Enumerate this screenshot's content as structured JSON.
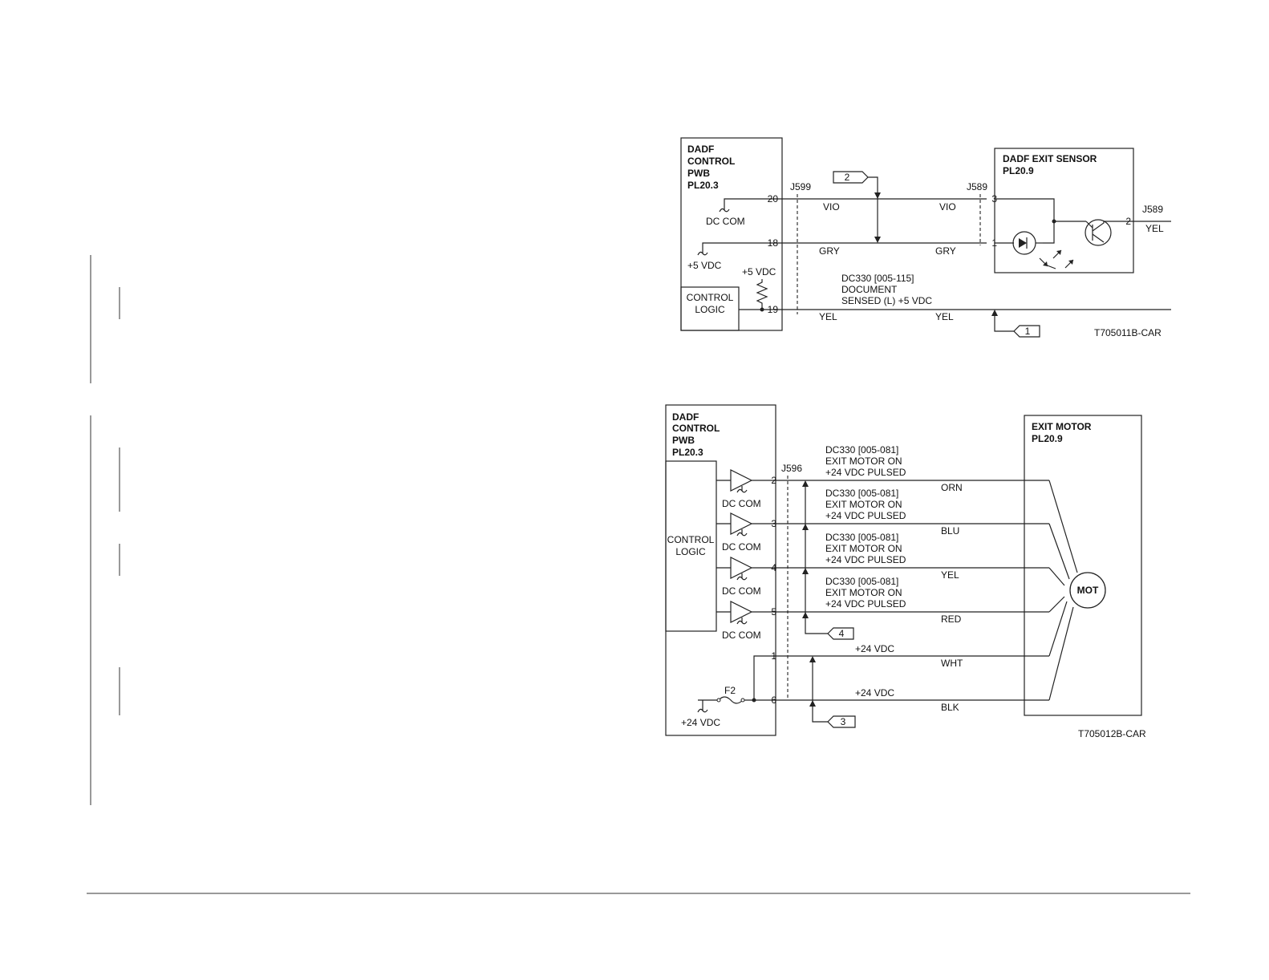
{
  "diagram1": {
    "pwb_title": [
      "DADF",
      "CONTROL",
      "PWB",
      "PL20.3"
    ],
    "sensor_title": [
      "DADF EXIT SENSOR",
      "PL20.9"
    ],
    "conn_left": "J599",
    "conn_right": "J589",
    "conn_out": "J589",
    "pin_20": "20",
    "pin_18": "18",
    "pin_19": "19",
    "pin_3": "3",
    "pin_1": "1",
    "pin_2": "2",
    "gnd_dc_com": "DC COM",
    "gnd_5vdc": "+5 VDC",
    "pullup_5vdc": "+5 VDC",
    "control_logic": [
      "CONTROL",
      "LOGIC"
    ],
    "wire_vio": "VIO",
    "wire_gry": "GRY",
    "wire_yel": "YEL",
    "signal_label": [
      "DC330 [005-115]",
      "DOCUMENT",
      "SENSED (L) +5 VDC"
    ],
    "flag_2": "2",
    "flag_1": "1",
    "figure_id": "T705011B-CAR"
  },
  "diagram2": {
    "pwb_title": [
      "DADF",
      "CONTROL",
      "PWB",
      "PL20.3"
    ],
    "motor_title": [
      "EXIT MOTOR",
      "PL20.9"
    ],
    "connector": "J596",
    "control_logic": [
      "CONTROL",
      "LOGIC"
    ],
    "dc_com": "DC COM",
    "fuse": "F2",
    "supply": "+24 VDC",
    "motor": "MOT",
    "channels": [
      {
        "pin": "2",
        "wire": "ORN",
        "label": [
          "DC330 [005-081]",
          "EXIT MOTOR ON",
          "+24 VDC PULSED"
        ]
      },
      {
        "pin": "3",
        "wire": "BLU",
        "label": [
          "DC330 [005-081]",
          "EXIT MOTOR ON",
          "+24 VDC PULSED"
        ]
      },
      {
        "pin": "4",
        "wire": "YEL",
        "label": [
          "DC330 [005-081]",
          "EXIT MOTOR ON",
          "+24 VDC PULSED"
        ]
      },
      {
        "pin": "5",
        "wire": "RED",
        "label": [
          "DC330 [005-081]",
          "EXIT MOTOR ON",
          "+24 VDC PULSED"
        ]
      }
    ],
    "power": [
      {
        "pin": "1",
        "wire": "WHT",
        "label": "+24 VDC"
      },
      {
        "pin": "6",
        "wire": "BLK",
        "label": "+24 VDC"
      }
    ],
    "flag_4": "4",
    "flag_3": "3",
    "figure_id": "T705012B-CAR"
  }
}
